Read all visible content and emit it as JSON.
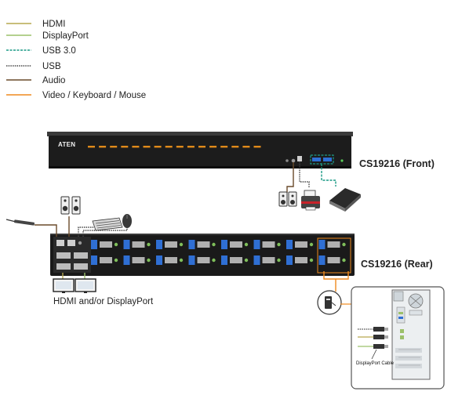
{
  "legend": {
    "items": [
      {
        "label": "HDMI",
        "color": "#b6a84e",
        "style": "solid"
      },
      {
        "label": "DisplayPort",
        "color": "#9cc06a",
        "style": "solid"
      },
      {
        "label": "USB 3.0",
        "color": "#1c9a86",
        "style": "dashed"
      },
      {
        "label": "USB",
        "color": "#444444",
        "style": "dotted"
      },
      {
        "label": "Audio",
        "color": "#6a4a2a",
        "style": "solid"
      },
      {
        "label": "Video / Keyboard / Mouse",
        "color": "#ef8a1e",
        "style": "solid"
      }
    ]
  },
  "front_unit": {
    "brand": "ATEN",
    "label": "CS19216 (Front)",
    "led_color": "#e08a1a",
    "led_count": 16
  },
  "rear_unit": {
    "label": "CS19216 (Rear)",
    "port_color": "#2f6fd4"
  },
  "console": {
    "label": "HDMI and/or DisplayPort"
  },
  "computer": {
    "cable_label": "DisplayPort Cable"
  },
  "devices": {
    "speakers_icon": "speakers-icon",
    "keyboard_icon": "keyboard-icon",
    "mouse_icon": "mouse-icon",
    "microphone_icon": "microphone-icon",
    "printer_icon": "printer-icon",
    "drive_icon": "external-drive-icon",
    "monitor_icon": "monitor-icon",
    "tower_icon": "pc-tower-icon"
  }
}
